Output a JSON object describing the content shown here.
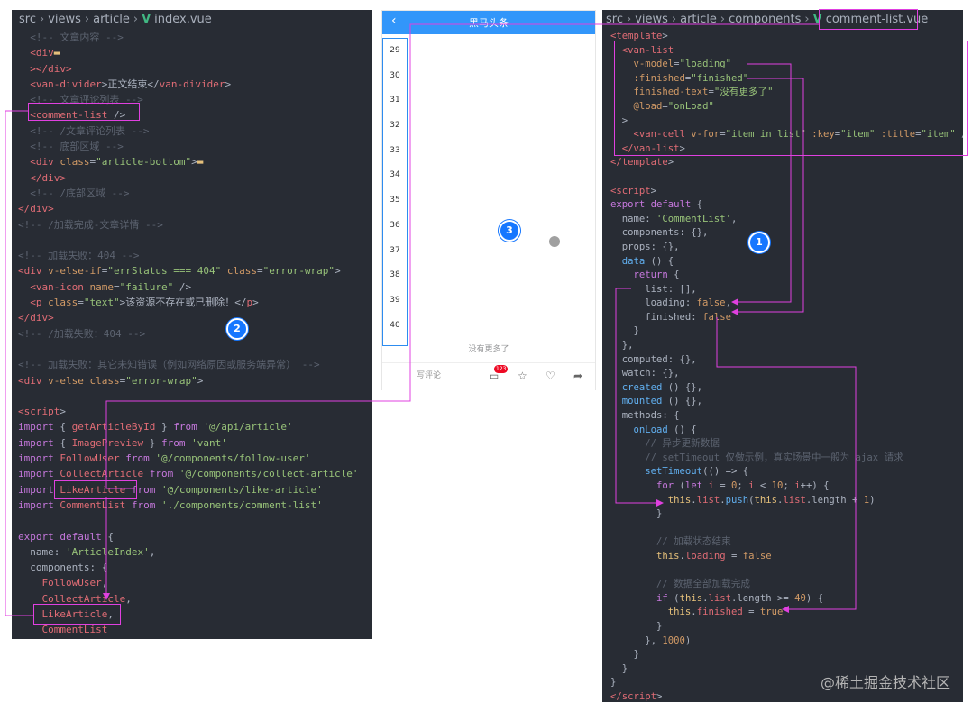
{
  "left_panel": {
    "breadcrumb": [
      "src",
      "views",
      "article",
      "index.vue"
    ],
    "lines": [
      [
        [
          "c",
          "  <!-- 文章内容 -->"
        ]
      ],
      [
        [
          "t",
          "  <div"
        ],
        [
          "y",
          "▬"
        ]
      ],
      [
        [
          "t",
          "  ></div>"
        ]
      ],
      [
        [
          "t",
          "  <van-divider"
        ],
        [
          "p",
          ">正文结束</"
        ],
        [
          "t",
          "van-divider"
        ],
        [
          "p",
          ">"
        ]
      ],
      [
        [
          "c",
          "  <!-- 文章评论列表 -->"
        ]
      ],
      [
        [
          "t",
          "  <comment-list "
        ],
        [
          "p",
          "/>"
        ]
      ],
      [
        [
          "c",
          "  <!-- /文章评论列表 -->"
        ]
      ],
      [
        [
          "c",
          "  <!-- 底部区域 -->"
        ]
      ],
      [
        [
          "t",
          "  <div "
        ],
        [
          "a",
          "class"
        ],
        [
          "p",
          "="
        ],
        [
          "s",
          "\"article-bottom\""
        ],
        [
          "p",
          ">"
        ],
        [
          "y",
          "▬"
        ]
      ],
      [
        [
          "t",
          "  </div>"
        ]
      ],
      [
        [
          "c",
          "  <!-- /底部区域 -->"
        ]
      ],
      [
        [
          "t",
          "</div>"
        ]
      ],
      [
        [
          "c",
          "<!-- /加载完成-文章详情 -->"
        ]
      ],
      [
        [
          "p",
          " "
        ]
      ],
      [
        [
          "c",
          "<!-- 加载失败：404 -->"
        ]
      ],
      [
        [
          "t",
          "<div "
        ],
        [
          "a",
          "v-else-if"
        ],
        [
          "p",
          "="
        ],
        [
          "s",
          "\"errStatus === 404\""
        ],
        [
          "p",
          " "
        ],
        [
          "a",
          "class"
        ],
        [
          "p",
          "="
        ],
        [
          "s",
          "\"error-wrap\""
        ],
        [
          "p",
          ">"
        ]
      ],
      [
        [
          "t",
          "  <van-icon "
        ],
        [
          "a",
          "name"
        ],
        [
          "p",
          "="
        ],
        [
          "s",
          "\"failure\""
        ],
        [
          "p",
          " />"
        ]
      ],
      [
        [
          "t",
          "  <p "
        ],
        [
          "a",
          "class"
        ],
        [
          "p",
          "="
        ],
        [
          "s",
          "\"text\""
        ],
        [
          "p",
          ">该资源不存在或已删除！</"
        ],
        [
          "t",
          "p"
        ],
        [
          "p",
          ">"
        ]
      ],
      [
        [
          "t",
          "</div>"
        ]
      ],
      [
        [
          "c",
          "<!-- /加载失败：404 -->"
        ]
      ],
      [
        [
          "p",
          " "
        ]
      ],
      [
        [
          "c",
          "<!-- 加载失败：其它未知错误（例如网络原因或服务端异常） -->"
        ]
      ],
      [
        [
          "t",
          "<div "
        ],
        [
          "a",
          "v-else "
        ],
        [
          "a",
          "class"
        ],
        [
          "p",
          "="
        ],
        [
          "s",
          "\"error-wrap\""
        ],
        [
          "p",
          ">"
        ]
      ],
      [
        [
          "p",
          " "
        ]
      ],
      [
        [
          "t",
          "<script"
        ],
        [
          "p",
          ">"
        ]
      ],
      [
        [
          "k",
          "import "
        ],
        [
          "p",
          "{ "
        ],
        [
          "t",
          "getArticleById"
        ],
        [
          "p",
          " } "
        ],
        [
          "k",
          "from "
        ],
        [
          "s",
          "'@/api/article'"
        ]
      ],
      [
        [
          "k",
          "import "
        ],
        [
          "p",
          "{ "
        ],
        [
          "t",
          "ImagePreview"
        ],
        [
          "p",
          " } "
        ],
        [
          "k",
          "from "
        ],
        [
          "s",
          "'vant'"
        ]
      ],
      [
        [
          "k",
          "import "
        ],
        [
          "t",
          "FollowUser "
        ],
        [
          "k",
          "from "
        ],
        [
          "s",
          "'@/components/follow-user'"
        ]
      ],
      [
        [
          "k",
          "import "
        ],
        [
          "t",
          "CollectArticle "
        ],
        [
          "k",
          "from "
        ],
        [
          "s",
          "'@/components/collect-article'"
        ]
      ],
      [
        [
          "k",
          "import "
        ],
        [
          "t",
          "LikeArticle "
        ],
        [
          "k",
          "from "
        ],
        [
          "s",
          "'@/components/like-article'"
        ]
      ],
      [
        [
          "k",
          "import "
        ],
        [
          "t",
          "CommentList "
        ],
        [
          "k",
          "from "
        ],
        [
          "s",
          "'./components/comment-list'"
        ]
      ],
      [
        [
          "p",
          " "
        ]
      ],
      [
        [
          "k",
          "export default "
        ],
        [
          "p",
          "{"
        ]
      ],
      [
        [
          "p",
          "  name: "
        ],
        [
          "s",
          "'ArticleIndex'"
        ],
        [
          "p",
          ","
        ]
      ],
      [
        [
          "p",
          "  components: {"
        ]
      ],
      [
        [
          "t",
          "    FollowUser"
        ],
        [
          "p",
          ","
        ]
      ],
      [
        [
          "t",
          "    CollectArticle"
        ],
        [
          "p",
          ","
        ]
      ],
      [
        [
          "t",
          "    LikeArticle"
        ],
        [
          "p",
          ","
        ]
      ],
      [
        [
          "t",
          "    CommentList"
        ]
      ],
      [
        [
          "p",
          "  },"
        ]
      ]
    ]
  },
  "phone": {
    "title": "黑马头条",
    "back_icon": "chevron-left-icon",
    "list_numbers": [
      "29",
      "30",
      "31",
      "32",
      "33",
      "34",
      "35",
      "36",
      "37",
      "38",
      "39",
      "40"
    ],
    "finished_text": "没有更多了",
    "comment_placeholder": "写评论",
    "comment_count": "123",
    "header_color": "#3296fa"
  },
  "right_panel": {
    "breadcrumb": [
      "src",
      "views",
      "article",
      "components",
      "comment-list.vue"
    ],
    "lines": [
      [
        [
          "t",
          "<template"
        ],
        [
          "p",
          ">"
        ]
      ],
      [
        [
          "t",
          "  <van-list"
        ]
      ],
      [
        [
          "a",
          "    v-model"
        ],
        [
          "p",
          "="
        ],
        [
          "s",
          "\"loading\""
        ]
      ],
      [
        [
          "a",
          "    :finished"
        ],
        [
          "p",
          "="
        ],
        [
          "s",
          "\"finished\""
        ]
      ],
      [
        [
          "a",
          "    finished-text"
        ],
        [
          "p",
          "="
        ],
        [
          "s",
          "\"没有更多了\""
        ]
      ],
      [
        [
          "a",
          "    @load"
        ],
        [
          "p",
          "="
        ],
        [
          "s",
          "\"onLoad\""
        ]
      ],
      [
        [
          "p",
          "  >"
        ]
      ],
      [
        [
          "t",
          "    <van-cell "
        ],
        [
          "a",
          "v-for"
        ],
        [
          "p",
          "="
        ],
        [
          "s",
          "\"item in list\""
        ],
        [
          "p",
          " "
        ],
        [
          "a",
          ":key"
        ],
        [
          "p",
          "="
        ],
        [
          "s",
          "\"item\""
        ],
        [
          "p",
          " "
        ],
        [
          "a",
          ":title"
        ],
        [
          "p",
          "="
        ],
        [
          "s",
          "\"item\""
        ],
        [
          "p",
          " />"
        ]
      ],
      [
        [
          "t",
          "  </van-list"
        ],
        [
          "p",
          ">"
        ]
      ],
      [
        [
          "t",
          "</template"
        ],
        [
          "p",
          ">"
        ]
      ],
      [
        [
          "p",
          " "
        ]
      ],
      [
        [
          "t",
          "<script"
        ],
        [
          "p",
          ">"
        ]
      ],
      [
        [
          "k",
          "export default "
        ],
        [
          "p",
          "{"
        ]
      ],
      [
        [
          "p",
          "  name: "
        ],
        [
          "s",
          "'CommentList'"
        ],
        [
          "p",
          ","
        ]
      ],
      [
        [
          "p",
          "  components: {},"
        ]
      ],
      [
        [
          "p",
          "  props: {},"
        ]
      ],
      [
        [
          "f",
          "  data "
        ],
        [
          "p",
          "() {"
        ]
      ],
      [
        [
          "k",
          "    return "
        ],
        [
          "p",
          "{"
        ]
      ],
      [
        [
          "p",
          "      list: [],"
        ]
      ],
      [
        [
          "p",
          "      loading: "
        ],
        [
          "a",
          "false"
        ],
        [
          "p",
          ","
        ]
      ],
      [
        [
          "p",
          "      finished: "
        ],
        [
          "a",
          "false"
        ]
      ],
      [
        [
          "p",
          "    }"
        ]
      ],
      [
        [
          "p",
          "  },"
        ]
      ],
      [
        [
          "p",
          "  computed: {},"
        ]
      ],
      [
        [
          "p",
          "  watch: {},"
        ]
      ],
      [
        [
          "f",
          "  created "
        ],
        [
          "p",
          "() {},"
        ]
      ],
      [
        [
          "f",
          "  mounted "
        ],
        [
          "p",
          "() {},"
        ]
      ],
      [
        [
          "p",
          "  methods: {"
        ]
      ],
      [
        [
          "f",
          "    onLoad "
        ],
        [
          "p",
          "() {"
        ]
      ],
      [
        [
          "c",
          "      // 异步更新数据"
        ]
      ],
      [
        [
          "c",
          "      // setTimeout 仅做示例，真实场景中一般为 ajax 请求"
        ]
      ],
      [
        [
          "f",
          "      setTimeout"
        ],
        [
          "p",
          "(() => {"
        ]
      ],
      [
        [
          "k",
          "        for "
        ],
        [
          "p",
          "("
        ],
        [
          "k",
          "let "
        ],
        [
          "t",
          "i"
        ],
        [
          "p",
          " = "
        ],
        [
          "a",
          "0"
        ],
        [
          "p",
          "; "
        ],
        [
          "t",
          "i"
        ],
        [
          "p",
          " < "
        ],
        [
          "a",
          "10"
        ],
        [
          "p",
          "; "
        ],
        [
          "t",
          "i"
        ],
        [
          "p",
          "++) {"
        ]
      ],
      [
        [
          "y",
          "          this"
        ],
        [
          "p",
          "."
        ],
        [
          "t",
          "list"
        ],
        [
          "p",
          "."
        ],
        [
          "f",
          "push"
        ],
        [
          "p",
          "("
        ],
        [
          "y",
          "this"
        ],
        [
          "p",
          "."
        ],
        [
          "t",
          "list"
        ],
        [
          "p",
          ".length + "
        ],
        [
          "a",
          "1"
        ],
        [
          "p",
          ")"
        ]
      ],
      [
        [
          "p",
          "        }"
        ]
      ],
      [
        [
          "p",
          " "
        ]
      ],
      [
        [
          "c",
          "        // 加载状态结束"
        ]
      ],
      [
        [
          "y",
          "        this"
        ],
        [
          "p",
          "."
        ],
        [
          "t",
          "loading"
        ],
        [
          "p",
          " = "
        ],
        [
          "a",
          "false"
        ]
      ],
      [
        [
          "p",
          " "
        ]
      ],
      [
        [
          "c",
          "        // 数据全部加载完成"
        ]
      ],
      [
        [
          "k",
          "        if "
        ],
        [
          "p",
          "("
        ],
        [
          "y",
          "this"
        ],
        [
          "p",
          "."
        ],
        [
          "t",
          "list"
        ],
        [
          "p",
          ".length >= "
        ],
        [
          "a",
          "40"
        ],
        [
          "p",
          ") {"
        ]
      ],
      [
        [
          "y",
          "          this"
        ],
        [
          "p",
          "."
        ],
        [
          "t",
          "finished"
        ],
        [
          "p",
          " = "
        ],
        [
          "a",
          "true"
        ]
      ],
      [
        [
          "p",
          "        }"
        ]
      ],
      [
        [
          "p",
          "      }, "
        ],
        [
          "a",
          "1000"
        ],
        [
          "p",
          ")"
        ]
      ],
      [
        [
          "p",
          "    }"
        ]
      ],
      [
        [
          "p",
          "  }"
        ]
      ],
      [
        [
          "p",
          "}"
        ]
      ],
      [
        [
          "t",
          "</script"
        ],
        [
          "p",
          ">"
        ]
      ]
    ]
  },
  "badges": [
    "1",
    "2",
    "3"
  ],
  "watermark": "@稀土掘金技术社区",
  "annotation_color": "#e040e0",
  "badge_color": "#1677ff"
}
